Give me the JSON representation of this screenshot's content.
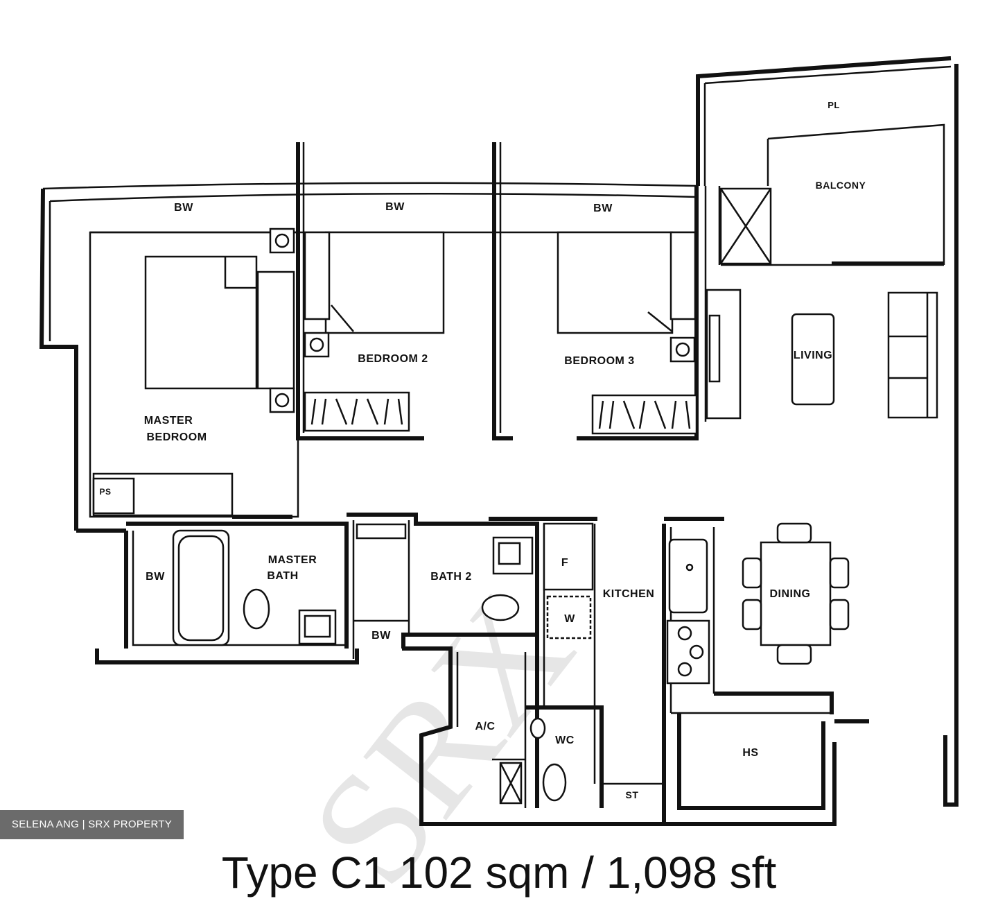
{
  "rooms": {
    "bw_1": "BW",
    "bw_2": "BW",
    "bw_3": "BW",
    "bw_master_bath": "BW",
    "bw_bath2": "BW",
    "pl": "PL",
    "balcony": "BALCONY",
    "living": "LIVING",
    "bedroom_2": "BEDROOM 2",
    "bedroom_3": "BEDROOM 3",
    "master_bedroom_1": "MASTER",
    "master_bedroom_2": "BEDROOM",
    "master_bath_1": "MASTER",
    "master_bath_2": "BATH",
    "bath_2": "BATH 2",
    "kitchen": "KITCHEN",
    "dining": "DINING",
    "fridge": "F",
    "washer": "W",
    "ac": "A/C",
    "wc": "WC",
    "store": "ST",
    "household_shelter": "HS",
    "ps": "PS"
  },
  "watermark": "SRX",
  "credit": "SELENA ANG | SRX PROPERTY",
  "caption": "Type C1 102 sqm / 1,098 sft"
}
